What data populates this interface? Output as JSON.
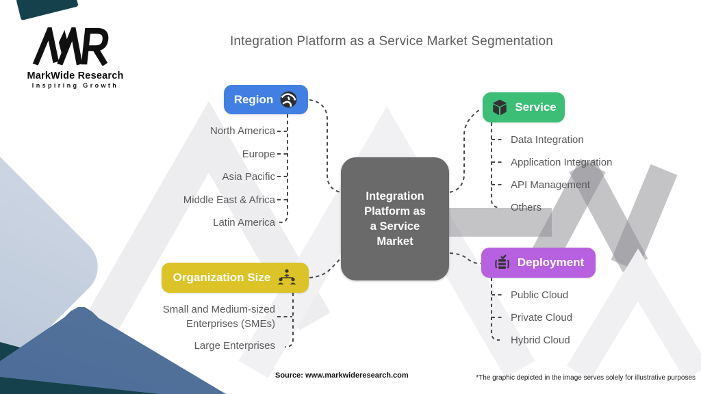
{
  "logo": {
    "monogram": "MWR",
    "name": "MarkWide Research",
    "tagline": "Inspiring Growth"
  },
  "title": "Integration Platform as a Service Market Segmentation",
  "center": {
    "label": "Integration\nPlatform as\na Service\nMarket",
    "color": "#6a6a6a"
  },
  "segments": [
    {
      "id": "region",
      "label": "Region",
      "icon": "globe-icon",
      "color": "#4180e2",
      "items": [
        "North America",
        "Europe",
        "Asia Pacific",
        "Middle East & Africa",
        "Latin America"
      ]
    },
    {
      "id": "service",
      "label": "Service",
      "icon": "cube-icon",
      "color": "#3cbe77",
      "items": [
        "Data Integration",
        "Application Integration",
        "API Management",
        "Others"
      ]
    },
    {
      "id": "organization-size",
      "label": "Organization Size",
      "icon": "org-chart-icon",
      "color": "#dcc327",
      "items": [
        "Small and Medium-sized Enterprises (SMEs)",
        "Large Enterprises"
      ]
    },
    {
      "id": "deployment",
      "label": "Deployment",
      "icon": "server-icon",
      "color": "#b760e0",
      "items": [
        "Public Cloud",
        "Private Cloud",
        "Hybrid Cloud"
      ]
    }
  ],
  "footer": {
    "source": "Source: www.markwideresearch.com",
    "disclaimer": "*The graphic depicted in the image serves solely for illustrative purposes"
  },
  "colors": {
    "connector": "#47474a",
    "item_label": "#58585a",
    "title_text": "#5e5e60",
    "corner_teal": "#14414b",
    "corner_blue": "#5a78a2"
  }
}
